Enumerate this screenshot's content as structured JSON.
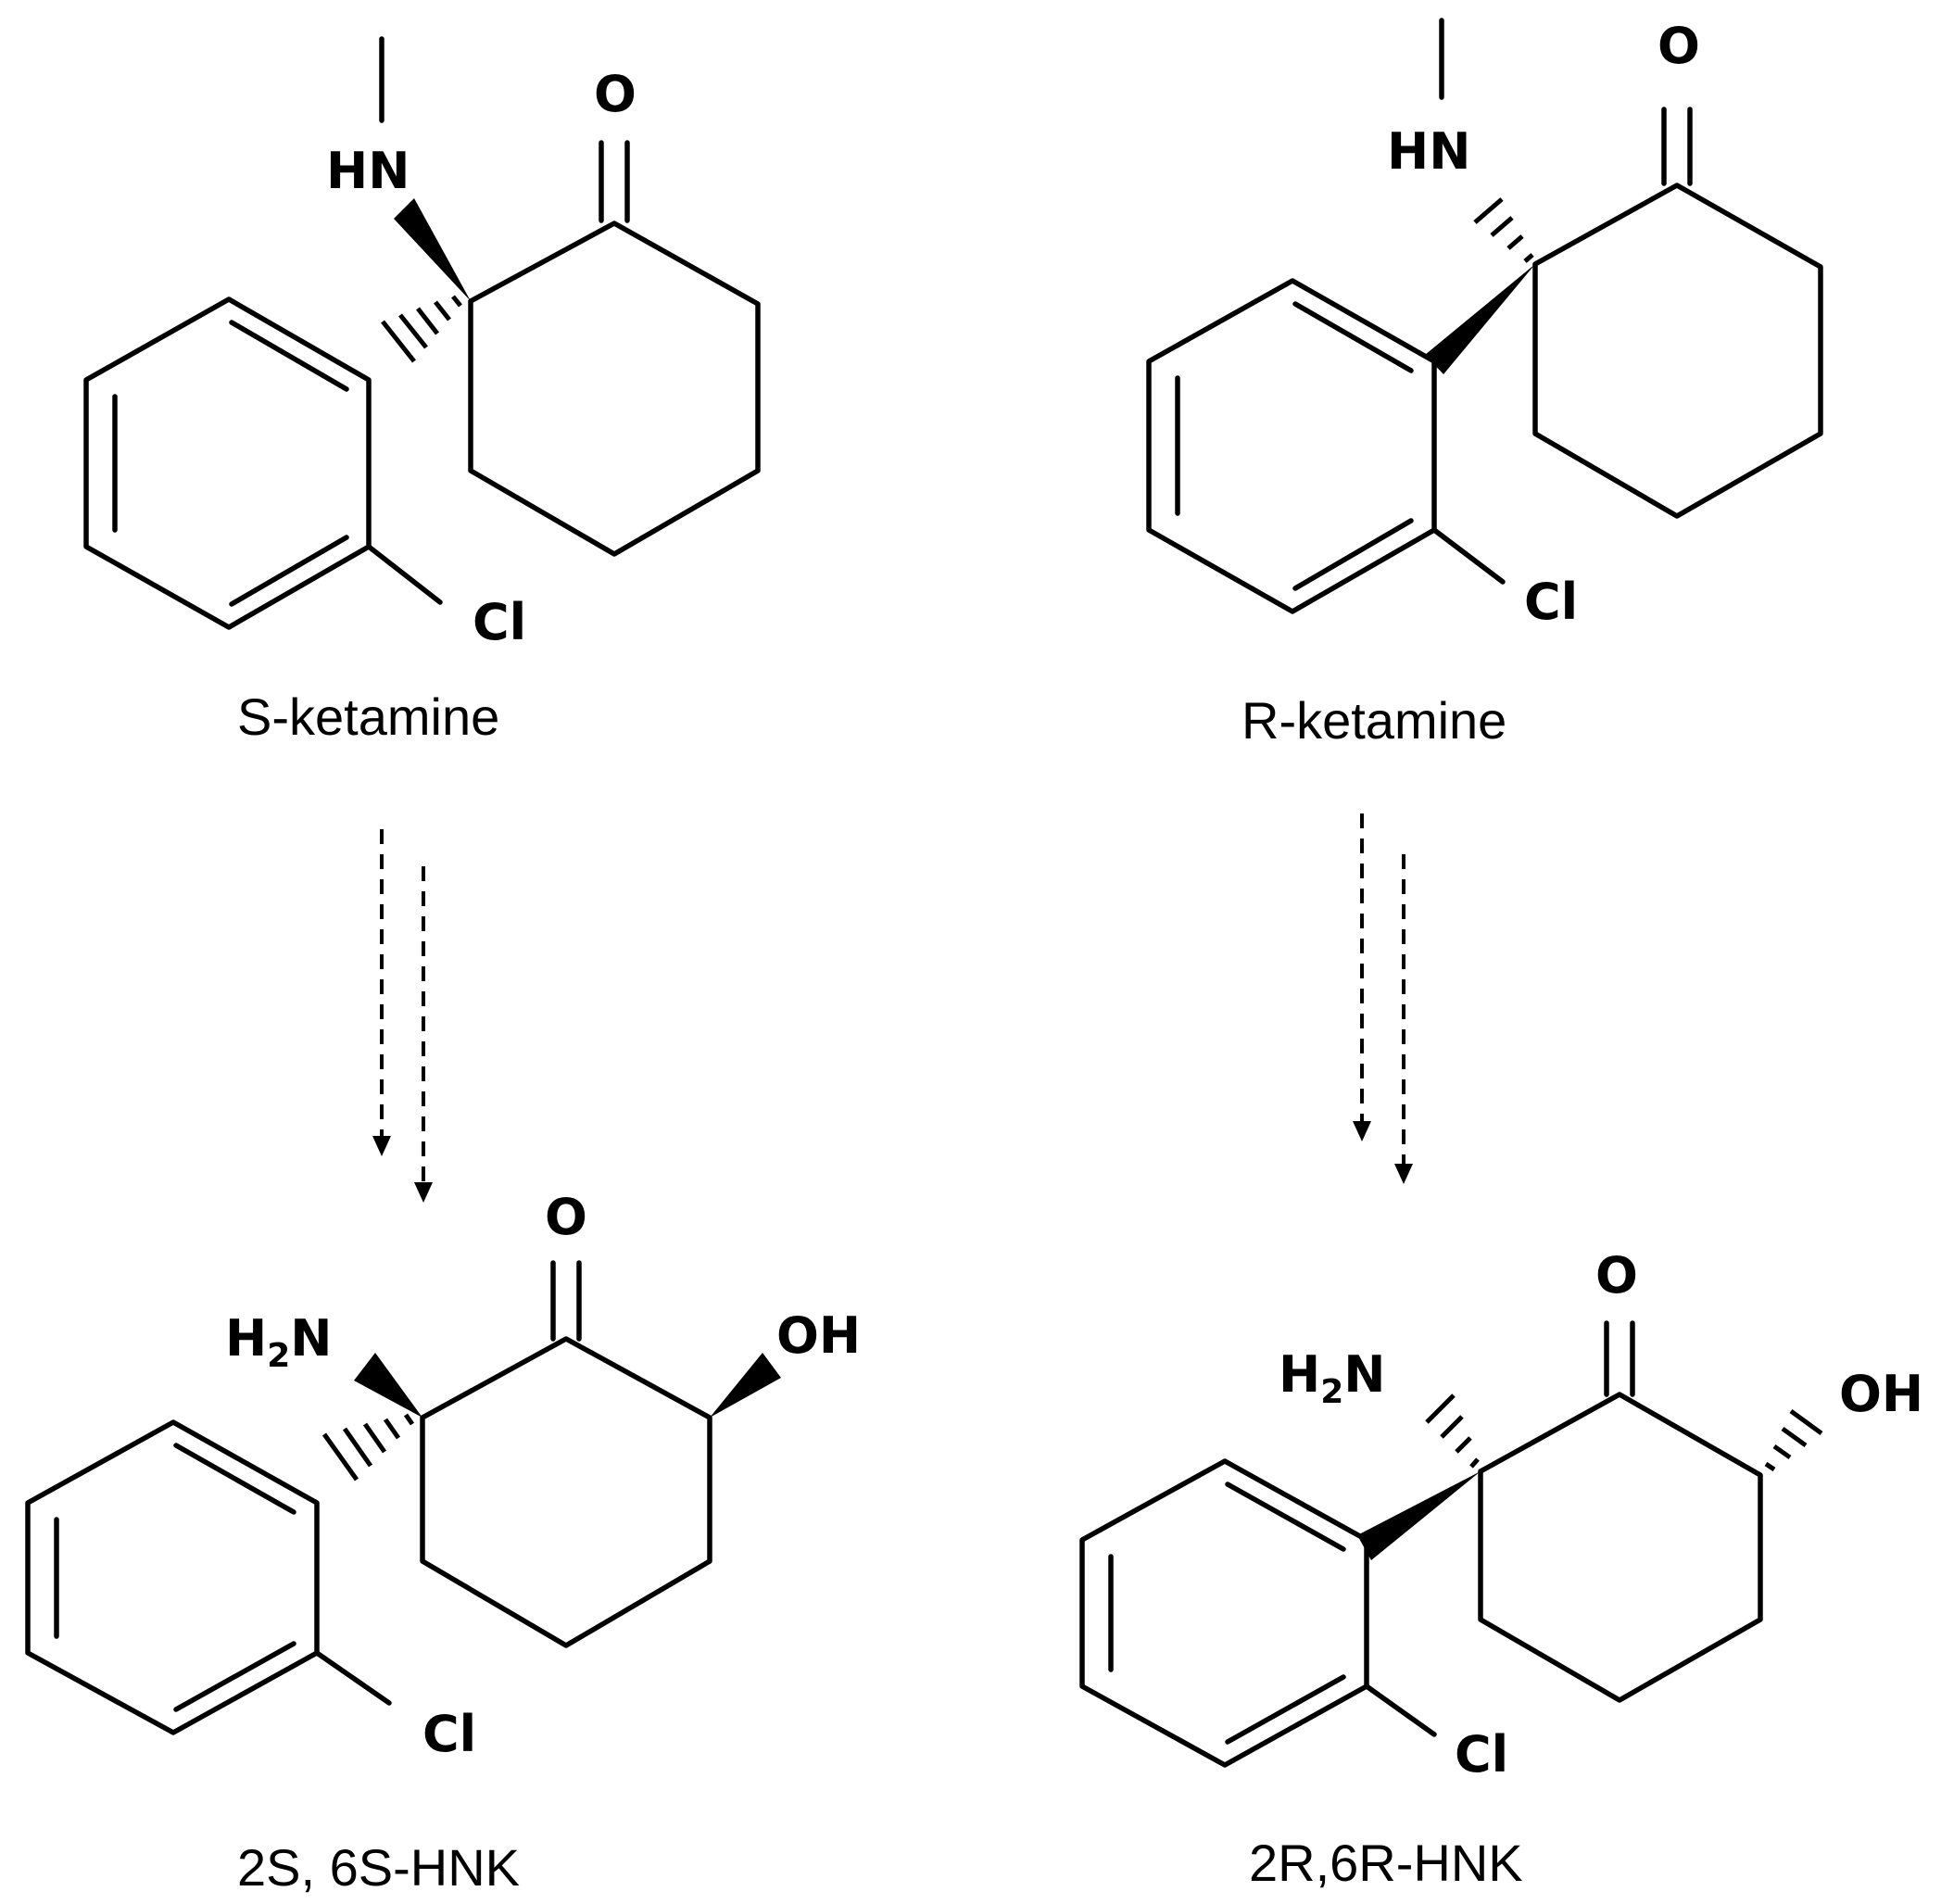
{
  "compounds": {
    "s_ketamine": {
      "name": "S-ketamine",
      "amine": "HN",
      "oxygen": "O",
      "chlorine": "Cl"
    },
    "r_ketamine": {
      "name": "R-ketamine",
      "amine": "HN",
      "oxygen": "O",
      "chlorine": "Cl"
    },
    "s_hnk": {
      "name": "2S, 6S-HNK",
      "amine_h": "H",
      "amine_sub": "2",
      "amine_n": "N",
      "oxygen": "O",
      "hydroxyl": "OH",
      "chlorine": "Cl"
    },
    "r_hnk": {
      "name": "2R,6R-HNK",
      "amine_h": "H",
      "amine_sub": "2",
      "amine_n": "N",
      "oxygen": "O",
      "hydroxyl": "OH",
      "chlorine": "Cl"
    }
  }
}
